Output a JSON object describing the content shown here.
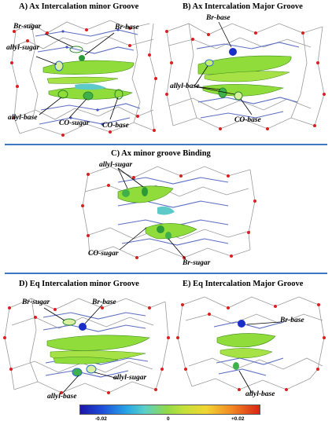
{
  "panels": {
    "A": {
      "title": "A) Ax Intercalation minor Groove",
      "labels": [
        "Br-sugar",
        "Br-base",
        "allyl-sugar",
        "allyl-base",
        "CO-sugar",
        "CO-base"
      ]
    },
    "B": {
      "title": "B) Ax Intercalation Major Groove",
      "labels": [
        "Br-base",
        "allyl-base",
        "CO-base"
      ]
    },
    "C": {
      "title": "C) Ax minor groove Binding",
      "labels": [
        "allyl-sugar",
        "CO-sugar",
        "Br-sugar"
      ]
    },
    "D": {
      "title": "D) Eq Intercalation minor Groove",
      "labels": [
        "Br-sugar",
        "Br-base",
        "allyl-sugar",
        "allyl-base"
      ]
    },
    "E": {
      "title": "E) Eq Intercalation Major Groove",
      "labels": [
        "Br-base",
        "allyl-base"
      ]
    }
  },
  "colorbar": {
    "min_label": "-0.02",
    "mid_label": "0",
    "max_label": "+0.02",
    "colors": [
      "#1b16a8",
      "#27a6e6",
      "#8fd94a",
      "#f0d633",
      "#d82414"
    ]
  }
}
